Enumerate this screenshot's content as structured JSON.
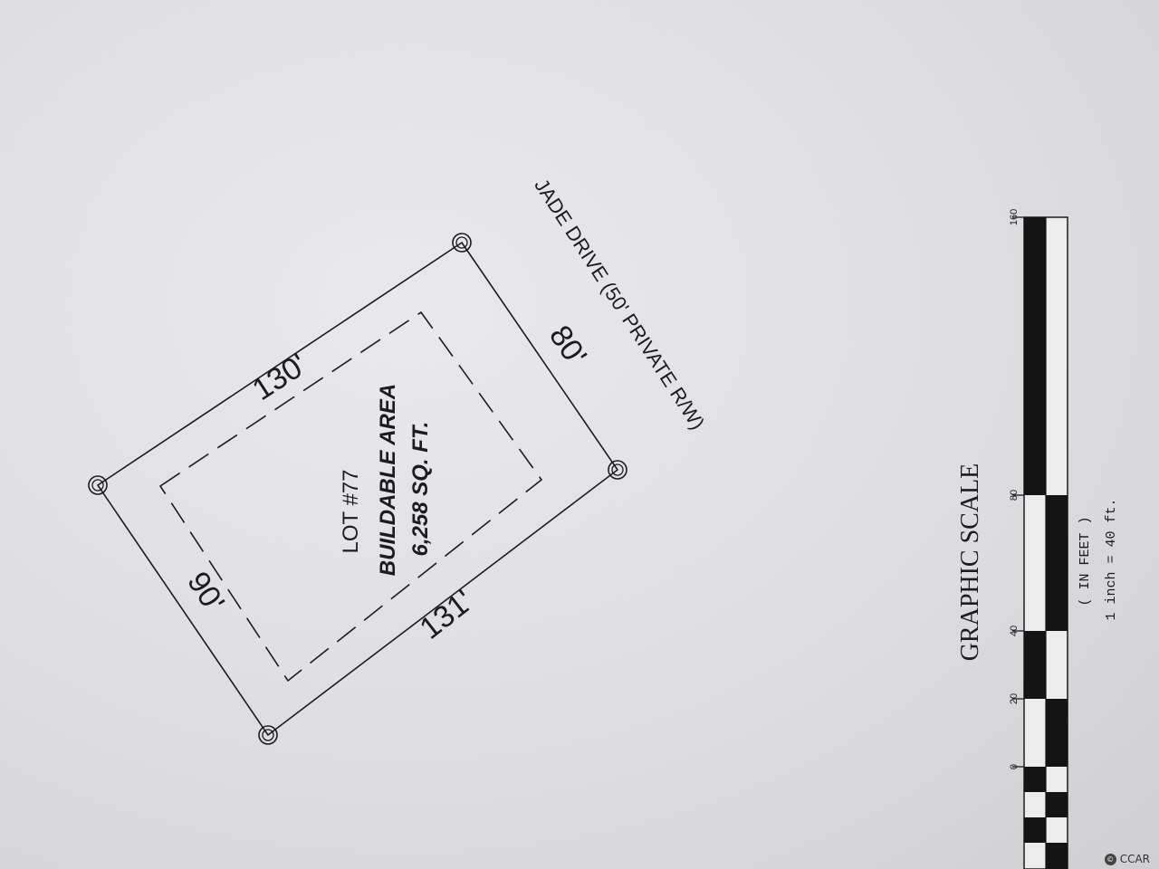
{
  "lot": {
    "name": "LOT #77",
    "buildable_label": "BUILDABLE AREA",
    "buildable_area": "6,258 SQ. FT.",
    "dims": {
      "top": "130'",
      "bottom": "131'",
      "left": "90'",
      "right": "80'"
    }
  },
  "road": {
    "label": "JADE DRIVE (50' PRIVATE R/W)"
  },
  "scale": {
    "title": "GRAPHIC SCALE",
    "units": "( IN FEET )",
    "ratio": "1 inch = 40  ft.",
    "ticks": [
      "0",
      "20",
      "40",
      "80",
      "160"
    ]
  },
  "watermark": {
    "text": "CCAR",
    "icon": "copyright-icon"
  },
  "colors": {
    "ink": "#1c1c1c",
    "paper": "#e4e4e6"
  }
}
